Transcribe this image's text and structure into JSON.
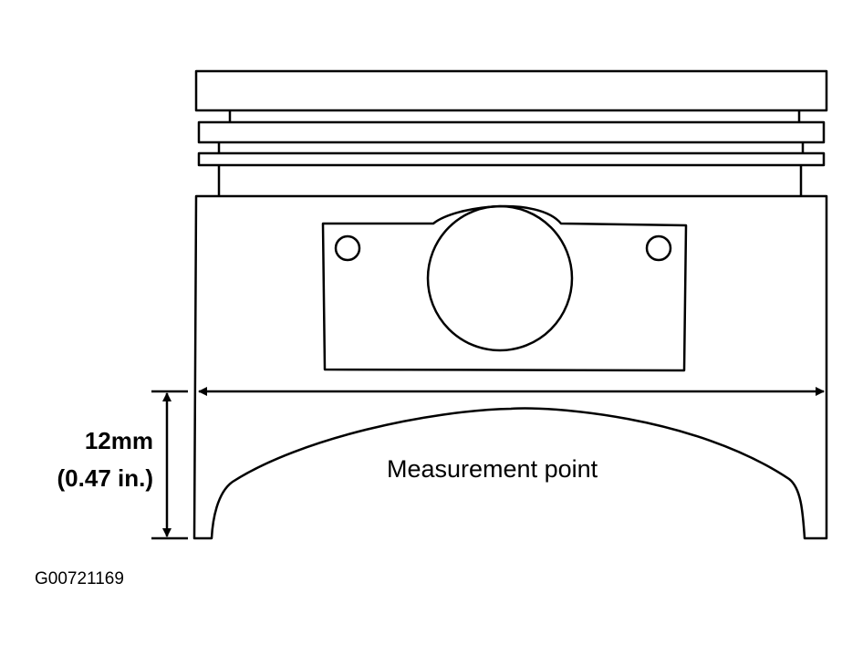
{
  "diagram": {
    "labels": {
      "dimension_mm": "12mm",
      "dimension_in": "(0.47 in.)",
      "measurement_point": "Measurement point",
      "figure_code": "G00721169"
    },
    "colors": {
      "line": "#000000",
      "background": "#ffffff"
    }
  }
}
